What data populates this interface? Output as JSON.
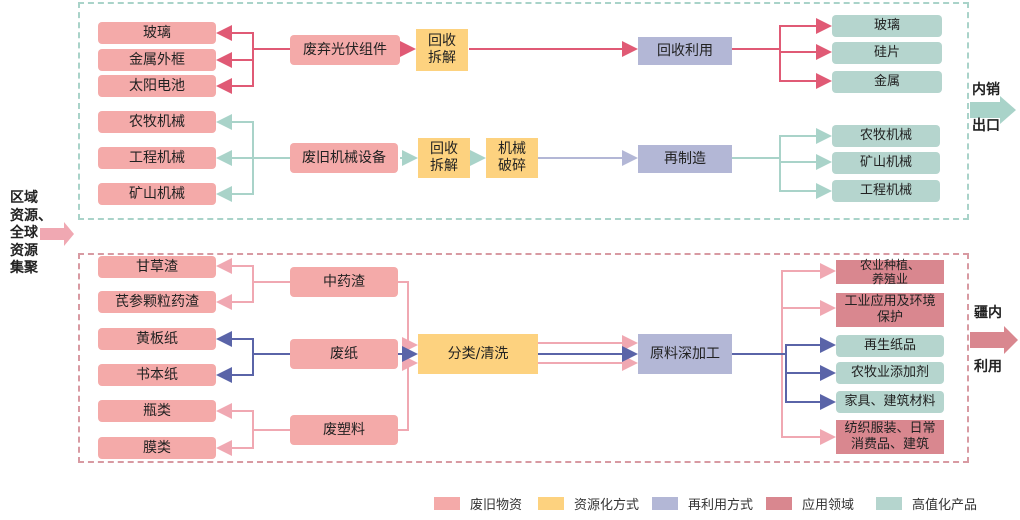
{
  "top": {
    "pv_outputs": [
      "玻璃",
      "金属外框",
      "太阳电池"
    ],
    "pv_source": "废弃光伏组件",
    "pv_method": "回收\n拆解",
    "pv_reuse": "回收利用",
    "pv_products": [
      "玻璃",
      "硅片",
      "金属"
    ],
    "mach_outputs": [
      "农牧机械",
      "工程机械",
      "矿山机械"
    ],
    "mach_source": "废旧机械设备",
    "mach_method1": "回收\n拆解",
    "mach_method2": "机械\n破碎",
    "mach_reuse": "再制造",
    "mach_products": [
      "农牧机械",
      "矿山机械",
      "工程机械"
    ],
    "exit_label_1": "内销",
    "exit_label_2": "出口"
  },
  "left_label": "区域\n资源、\n全球\n资源\n集聚",
  "bottom": {
    "herb_source": "中药渣",
    "herb_outputs": [
      "甘草渣",
      "芪参颗粒药渣"
    ],
    "paper_source": "废纸",
    "paper_outputs": [
      "黄板纸",
      "书本纸"
    ],
    "plastic_source": "废塑料",
    "plastic_outputs": [
      "瓶类",
      "膜类"
    ],
    "method": "分类/清洗",
    "reuse": "原料深加工",
    "domains": [
      "农业种植、\n养殖业",
      "工业应用及环境\n保护",
      "纺织服装、日常\n消费品、建筑"
    ],
    "products": [
      "再生纸品",
      "农牧业添加剂",
      "家具、建筑材料"
    ],
    "exit_label_1": "疆内",
    "exit_label_2": "利用"
  },
  "legend": [
    "废旧物资",
    "资源化方式",
    "再利用方式",
    "应用领域",
    "高值化产品"
  ],
  "colors": {
    "waste": "#f4aaa9",
    "method": "#fdd27f",
    "reuse": "#b3b7d6",
    "domain": "#d9878f",
    "product": "#b5d5ce",
    "line_red": "#e05a75",
    "line_teal": "#a9d3c9",
    "line_blue": "#5a64a8",
    "line_pink": "#f0a8b2"
  }
}
